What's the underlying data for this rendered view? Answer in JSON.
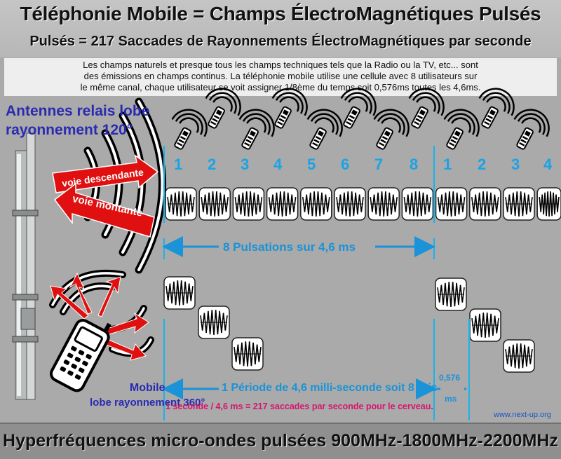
{
  "header": {
    "title": "Téléphonie Mobile = Champs ÉlectroMagnétiques Pulsés",
    "subtitle": "Pulsés = 217 Saccades de Rayonnements ÉlectroMagnétiques par seconde"
  },
  "intro": {
    "line1": "Les champs naturels et presque tous les champs techniques tels que la Radio ou la TV, etc... sont",
    "line2": "des émissions en champs continus. La téléphonie mobile utilise une cellule avec 8 utilisateurs sur",
    "line3": "le même canal, chaque utilisateur se voit assigner 1/8ème du temps soit 0,576ms toutes les 4,6ms."
  },
  "antenna": {
    "label_line1": "Antennes relais lobe",
    "label_line2": "rayonnement 120°",
    "arrow_down": "voie descendante",
    "arrow_up": "voie montante"
  },
  "mobile": {
    "label_line1": "Mobile",
    "label_line2": "lobe rayonnement 360°"
  },
  "slots": {
    "numbers": [
      "1",
      "2",
      "3",
      "4",
      "5",
      "6",
      "7",
      "8",
      "1",
      "2",
      "3",
      "4"
    ]
  },
  "annotations": {
    "pulsations": "8 Pulsations sur 4,6 ms",
    "period": "1 Période de 4,6 milli-seconde soit 8 fois",
    "slot_duration": "0,576",
    "slot_unit": "ms",
    "calc": "1 seconde / 4,6 ms = 217 saccades par seconde pour le cerveau.",
    "website": "www.next-up.org"
  },
  "footer": {
    "text": "Hyperfréquences micro-ondes pulsées 900MHz-1800MHz-2200MHz"
  },
  "colors": {
    "background": "#a9aaa9",
    "accent_blue": "#1a93d8",
    "label_blue": "#2a2bb0",
    "arrow_red": "#e01010",
    "calc_magenta": "#d8136f"
  },
  "icons": [
    "cell-tower-icon",
    "mobile-phone-icon",
    "radiating-phone-icon",
    "pulse-burst-icon"
  ]
}
